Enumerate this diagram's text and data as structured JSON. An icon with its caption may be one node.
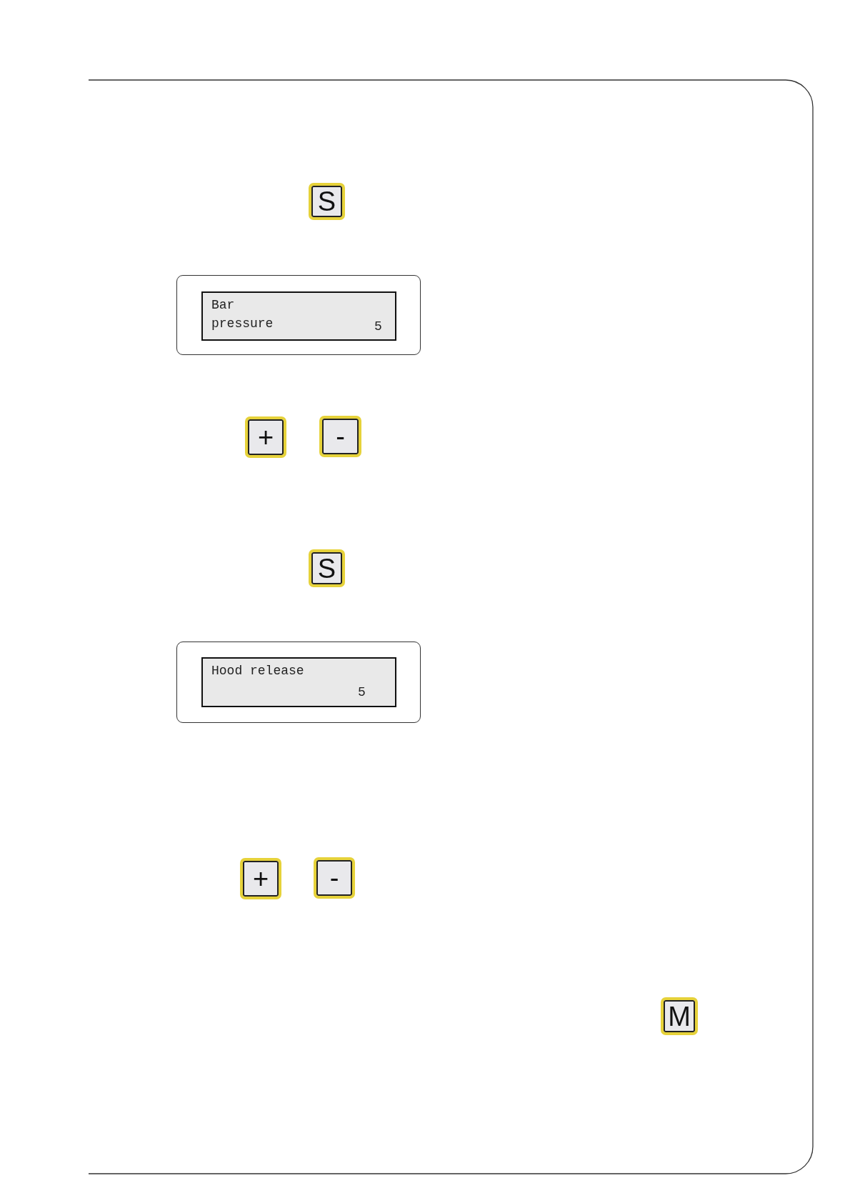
{
  "diagram": {
    "nodes": [
      {
        "text": [
          "S"
        ]
      },
      {
        "text": [],
        "shape": "box"
      },
      {
        "text": [
          "Bar pressure",
          "5"
        ],
        "in": 1
      },
      {
        "text": [
          "+"
        ]
      },
      {
        "text": [
          "-"
        ]
      },
      {
        "text": [
          "S"
        ]
      },
      {
        "text": [],
        "shape": "box"
      },
      {
        "text": [
          "Hood release",
          "5"
        ],
        "in": 6
      },
      {
        "text": [
          "+"
        ]
      },
      {
        "text": [
          "-"
        ]
      },
      {
        "text": [
          "M"
        ]
      }
    ],
    "edges": []
  }
}
